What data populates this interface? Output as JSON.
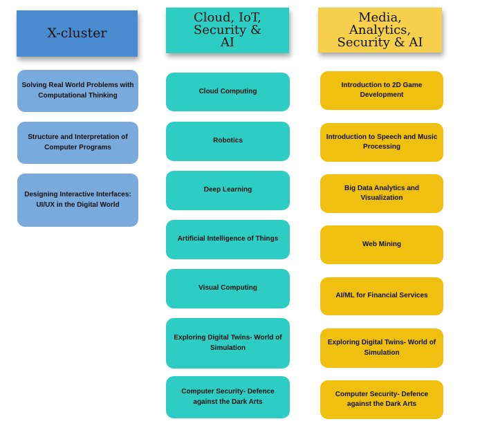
{
  "columns": [
    {
      "header": "X-cluster",
      "color": "#7aaadb",
      "header_color": "#4b8bd0",
      "courses": [
        "Solving Real World Problems with Computational Thinking",
        "Structure and Interpretation of Computer Programs",
        "Designing Interactive Interfaces: UI/UX in the Digital World"
      ]
    },
    {
      "header": "Cloud, IoT, Security & AI",
      "color": "#2ecdc3",
      "header_color": "#2ecdc3",
      "courses": [
        "Cloud Computing",
        "Robotics",
        "Deep Learning",
        "Artificial Intelligence of Things",
        "Visual Computing",
        "Exploring Digital Twins- World of Simulation",
        "Computer Security- Defence against the Dark Arts"
      ]
    },
    {
      "header": "Media, Analytics, Security & AI",
      "color": "#f0c010",
      "header_color": "#f6d04d",
      "courses": [
        "Introduction to 2D Game Development",
        "Introduction to Speech and Music Processing",
        "Big Data Analytics and Visualization",
        "Web Mining",
        "AI/ML for Financial Services",
        "Exploring Digital Twins- World of Simulation",
        "Computer Security- Defence against the Dark Arts"
      ]
    }
  ]
}
